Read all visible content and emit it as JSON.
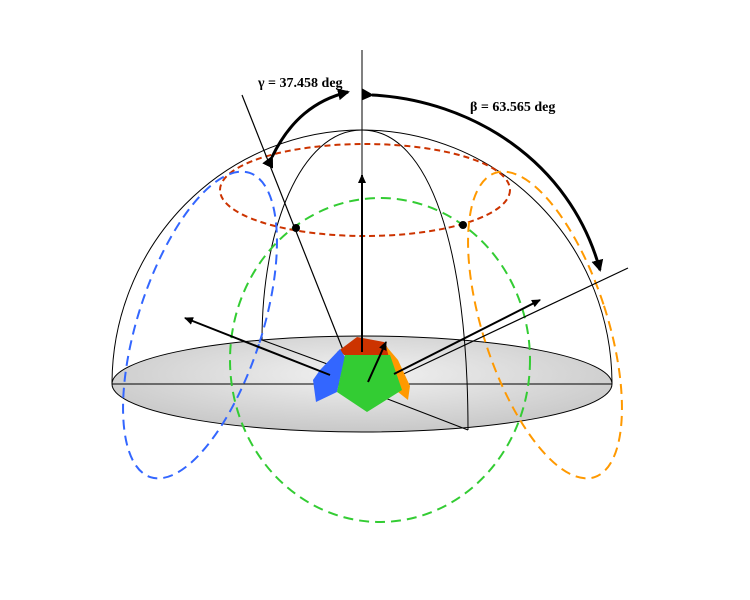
{
  "labels": {
    "gamma": "γ = 37.458 deg",
    "beta": "β = 63.565 deg"
  },
  "angles": {
    "gamma_deg": 37.458,
    "beta_deg": 63.565
  },
  "colors": {
    "red_circle": "#cc3300",
    "green_circle": "#33cc33",
    "blue_circle": "#3366ff",
    "orange_circle": "#ff9900",
    "base_disc": "#d9d9d9"
  }
}
